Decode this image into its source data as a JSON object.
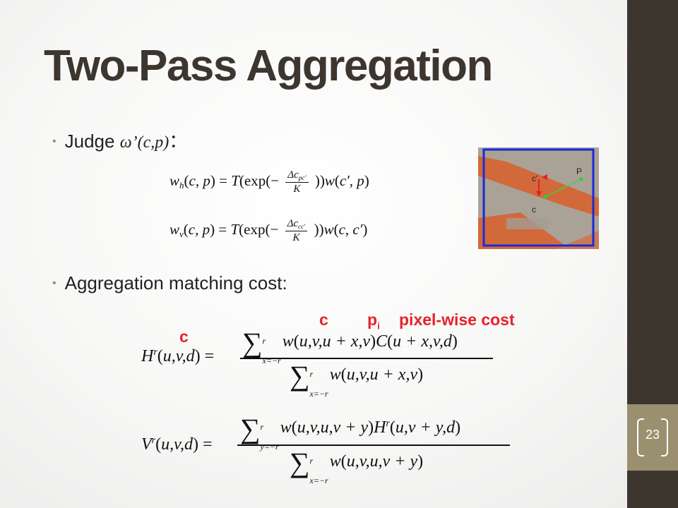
{
  "slide": {
    "title": "Two-Pass Aggregation",
    "page_number": "23",
    "bullets": [
      {
        "label": "Judge",
        "symbol": "ω’(c,p)",
        "suffix": "："
      },
      {
        "label": "Aggregation matching cost:"
      }
    ],
    "annotations": {
      "c_top": "c",
      "p_i": "p",
      "p_i_sub": "i",
      "pixel_wise_cost": "pixel-wise cost",
      "c_left": "c"
    },
    "figure_labels": {
      "c_prime": "c'",
      "p": "P",
      "c": "c"
    }
  }
}
